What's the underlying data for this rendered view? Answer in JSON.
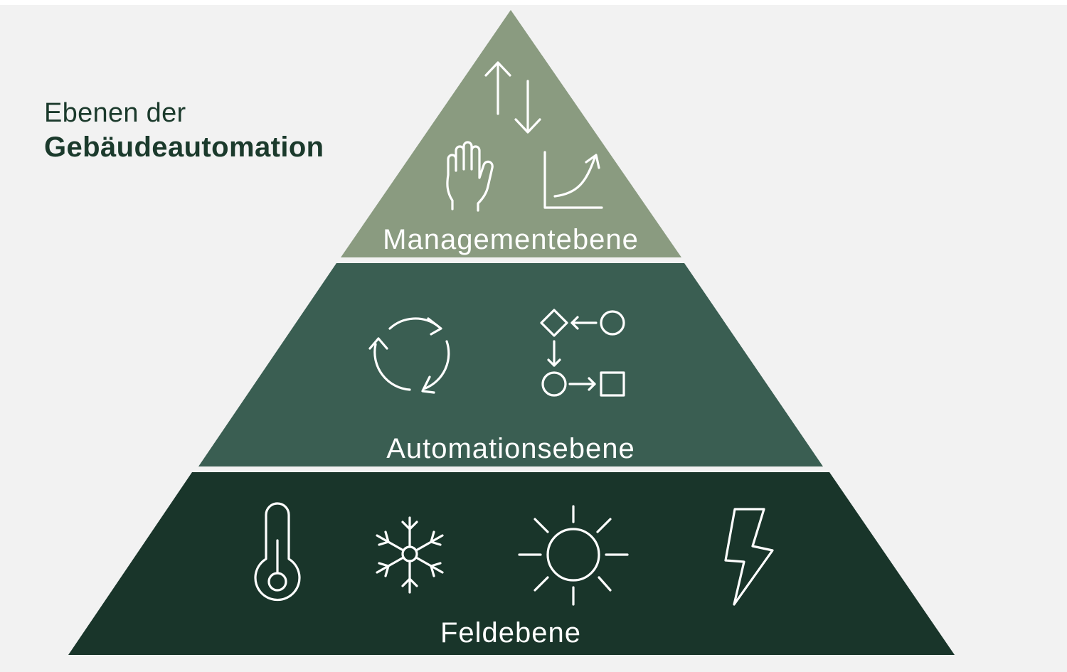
{
  "heading": {
    "line1": "Ebenen der",
    "line2": "Gebäudeautomation"
  },
  "levels": [
    {
      "label": "Managementebene",
      "color": "#8a9b80",
      "icons": [
        "up-down-arrows-icon",
        "hand-icon",
        "growth-chart-icon"
      ]
    },
    {
      "label": "Automationsebene",
      "color": "#3a5e52",
      "icons": [
        "cycle-arrows-icon",
        "process-flow-icon"
      ]
    },
    {
      "label": "Feldebene",
      "color": "#19352a",
      "icons": [
        "thermometer-icon",
        "snowflake-icon",
        "sun-icon",
        "lightning-icon"
      ]
    }
  ],
  "colors": {
    "background": "#f2f2f2",
    "heading_text": "#1b3a2c",
    "icon_stroke": "#ffffff"
  }
}
